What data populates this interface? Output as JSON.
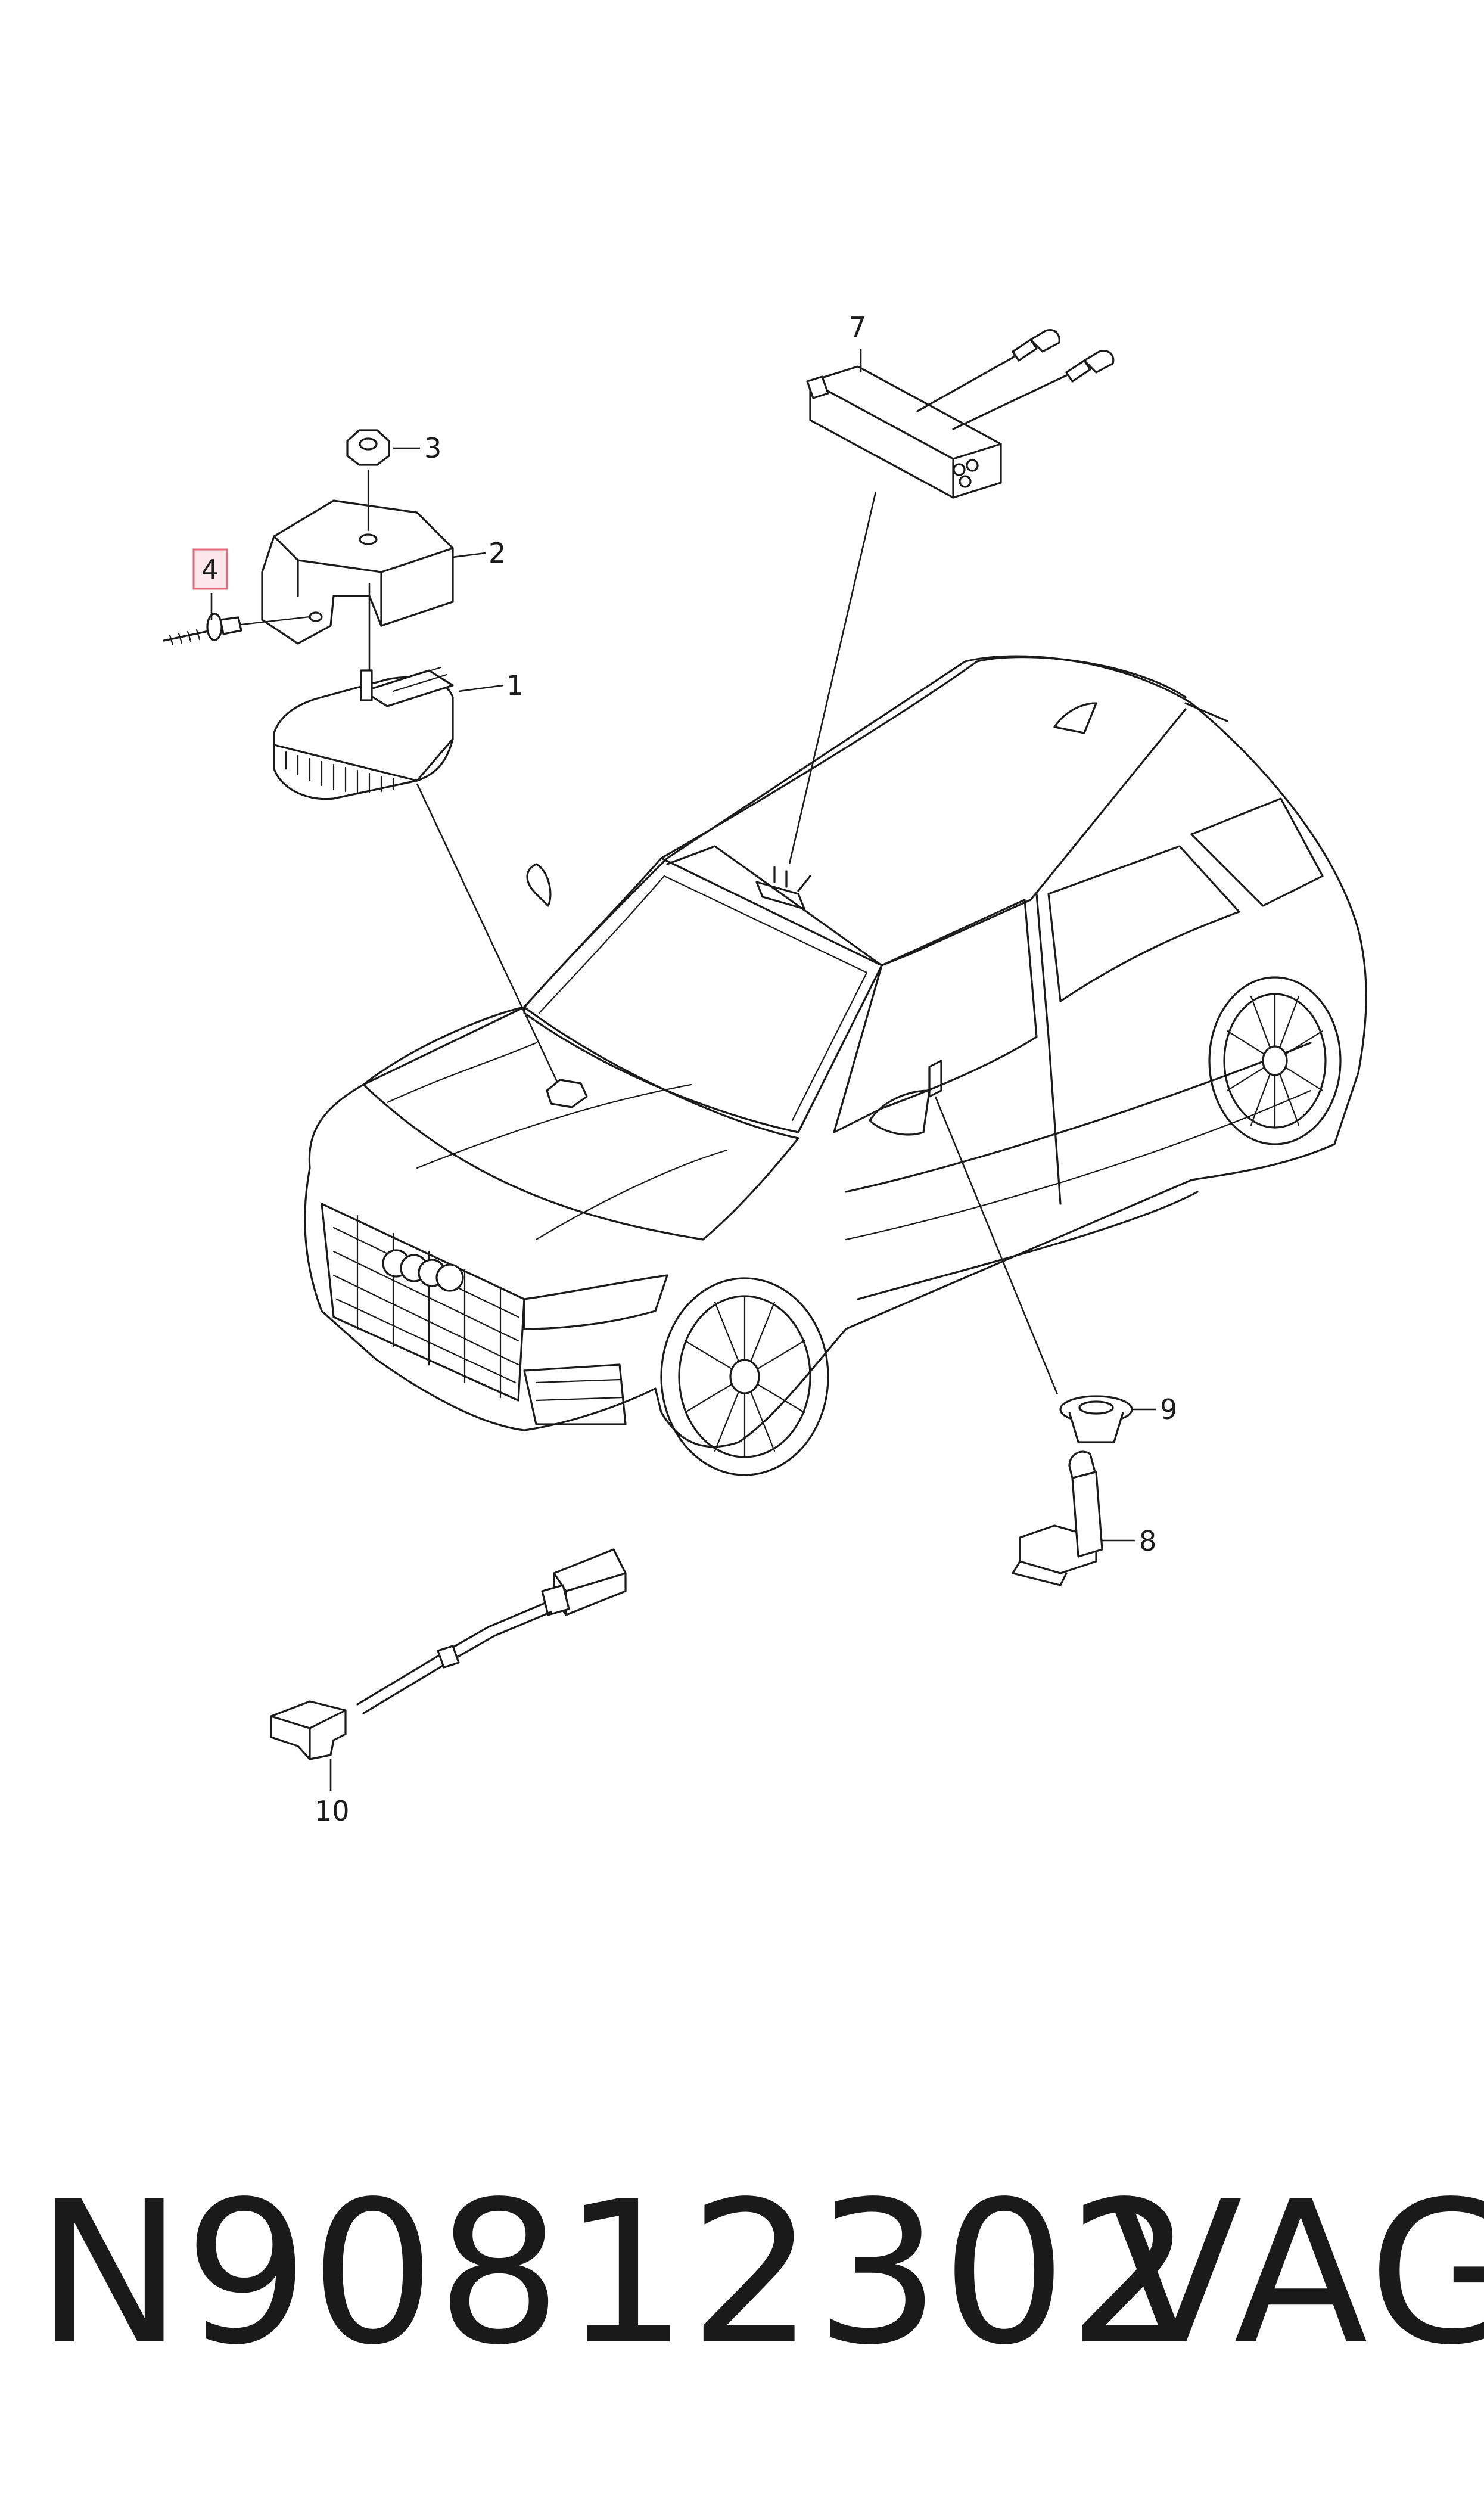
{
  "diagram": {
    "callouts": [
      {
        "id": "1",
        "label": "1",
        "highlighted": false
      },
      {
        "id": "2",
        "label": "2",
        "highlighted": false
      },
      {
        "id": "3",
        "label": "3",
        "highlighted": false
      },
      {
        "id": "4",
        "label": "4",
        "highlighted": true
      },
      {
        "id": "7",
        "label": "7",
        "highlighted": false
      },
      {
        "id": "8",
        "label": "8",
        "highlighted": false
      },
      {
        "id": "9",
        "label": "9",
        "highlighted": false
      },
      {
        "id": "10",
        "label": "10",
        "highlighted": false
      }
    ],
    "highlight_color": "#e36a7c"
  },
  "footer": {
    "part_number": "N90812302",
    "brand": "VAG"
  }
}
